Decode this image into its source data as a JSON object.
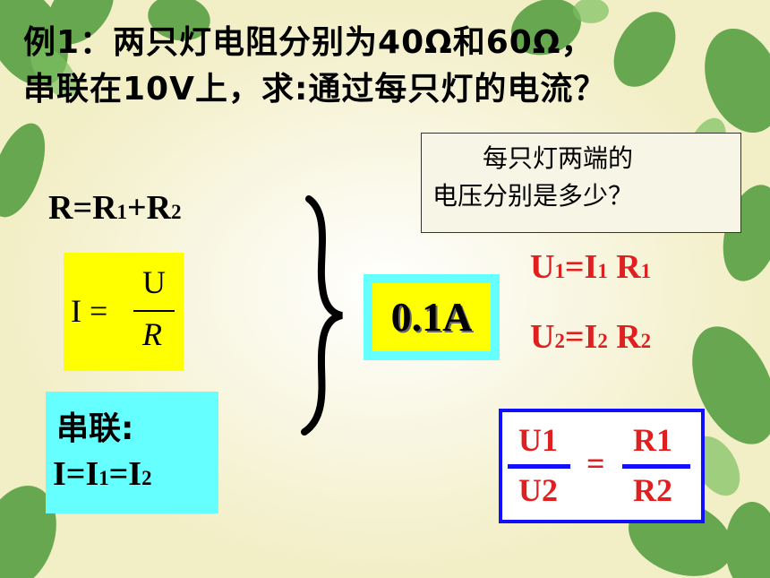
{
  "title": {
    "line1": "例1：两只灯电阻分别为40Ω和60Ω，",
    "line2": "串联在10V上，求:通过每只灯的电流？"
  },
  "question_box": {
    "line1": "每只灯两端的",
    "line2": "电压分别是多少？"
  },
  "formula_total_resistance": {
    "lhs": "R=R",
    "r1": "1",
    "plus": "+R",
    "r2": "2"
  },
  "ohm_law": {
    "lhs": "I =",
    "numerator": "U",
    "denominator": "R"
  },
  "series_box": {
    "label": "串联:",
    "eq_i": "I=I",
    "s1": "1",
    "eq": "=I",
    "s2": "2"
  },
  "answer": "0.1A",
  "voltage_formulas": {
    "u1": {
      "a": "U",
      "b": "1",
      "c": "=I",
      "d": "1",
      "e": " R",
      "f": "1"
    },
    "u2": {
      "a": "U",
      "b": "2",
      "c": "=I",
      "d": "2",
      "e": " R",
      "f": "2"
    }
  },
  "ratio": {
    "u_num": "U1",
    "u_den": "U2",
    "equals": "=",
    "r_num": "R1",
    "r_den": "R2"
  },
  "colors": {
    "yellow_box": "#ffff00",
    "cyan_box": "#66ffff",
    "red_text": "#e02020",
    "blue_border": "#1010ff"
  }
}
